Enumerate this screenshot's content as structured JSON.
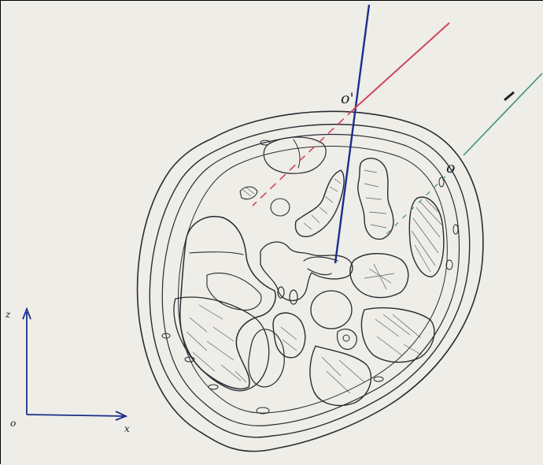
{
  "labels": {
    "o_prime": "o'",
    "o": "o",
    "axis_origin": "o",
    "axis_x": "x",
    "axis_z": "z"
  },
  "colors": {
    "paper": "#f2f1ec",
    "ink": "#2a2a33",
    "blue_line": "#1c2e8c",
    "red_line": "#d0455a",
    "green_line": "#3f8f7f"
  }
}
